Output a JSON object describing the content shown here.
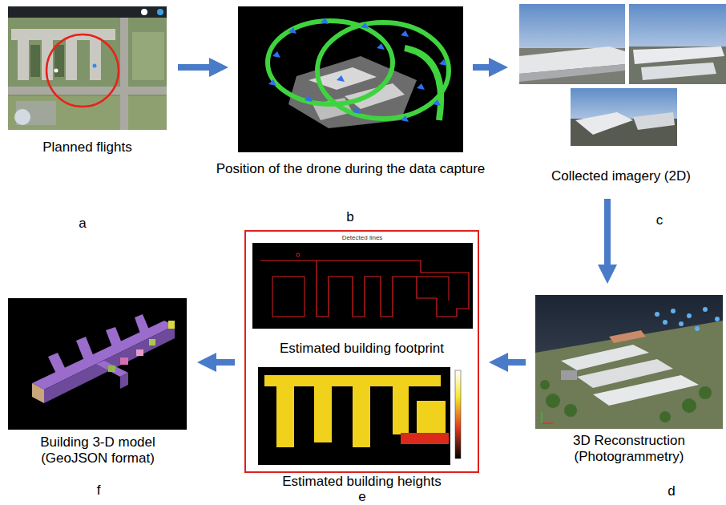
{
  "diagram": {
    "nodes": [
      {
        "text": [
          "Planned flights"
        ]
      },
      {
        "text": [
          "Position of the drone during the data capture"
        ]
      },
      {
        "text": [
          "Collected imagery (2D)"
        ]
      },
      {
        "text": [
          "3D Reconstruction (Photogrammetry)"
        ]
      },
      {
        "text": [
          "Estimated building footprint",
          "Estimated building heights"
        ]
      },
      {
        "text": [
          "Building 3-D model (GeoJSON format)"
        ]
      }
    ],
    "edges": [
      {
        "from": 0,
        "to": 1,
        "arrow": "to"
      },
      {
        "from": 1,
        "to": 2,
        "arrow": "to"
      },
      {
        "from": 2,
        "to": 3,
        "arrow": "to"
      },
      {
        "from": 3,
        "to": 4,
        "arrow": "to"
      },
      {
        "from": 4,
        "to": 5,
        "arrow": "to"
      }
    ],
    "labels": [
      "a",
      "b",
      "c",
      "d",
      "e",
      "f",
      "Detected lines"
    ]
  }
}
